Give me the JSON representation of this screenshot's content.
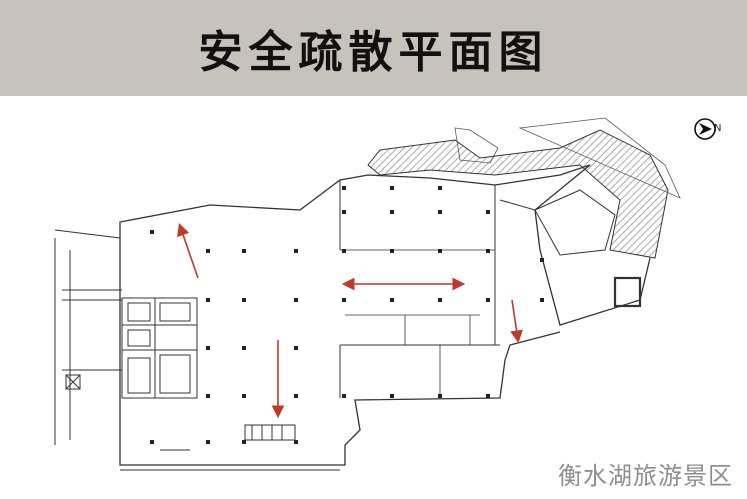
{
  "header": {
    "title": "安全疏散平面图"
  },
  "compass": {
    "label": "N"
  },
  "watermark": "衡水湖旅游景区",
  "colors": {
    "header_bg": "#c8c2bc",
    "arrow": "#c0392b",
    "line": "#333333",
    "hatch": "#9a9a9a"
  },
  "icons": [
    "north-arrow-icon",
    "evacuation-arrow-icon"
  ]
}
